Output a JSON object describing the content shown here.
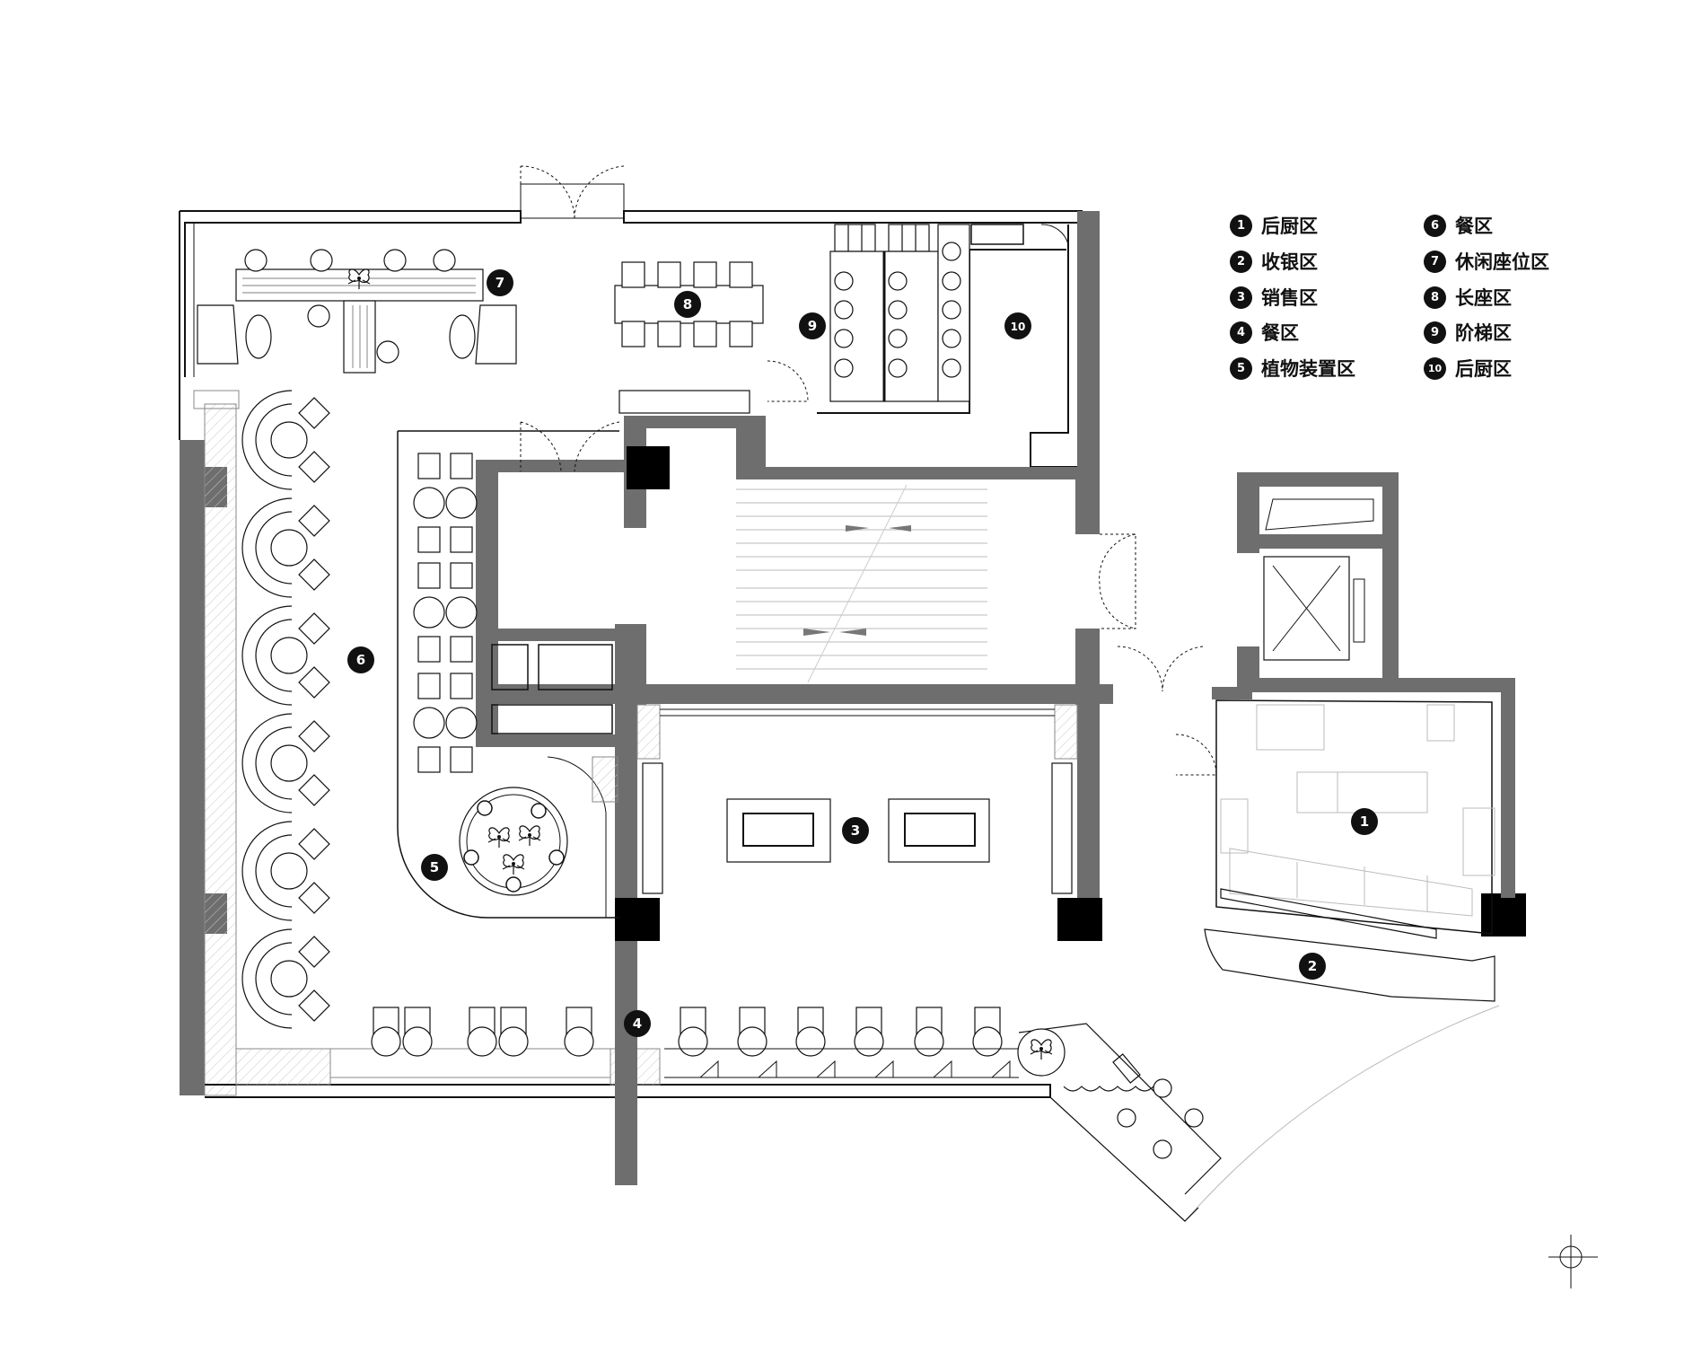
{
  "legend": {
    "items": [
      {
        "num": "1",
        "label": "后厨区"
      },
      {
        "num": "2",
        "label": "收银区"
      },
      {
        "num": "3",
        "label": "销售区"
      },
      {
        "num": "4",
        "label": "餐区"
      },
      {
        "num": "5",
        "label": "植物装置区"
      },
      {
        "num": "6",
        "label": "餐区"
      },
      {
        "num": "7",
        "label": "休闲座位区"
      },
      {
        "num": "8",
        "label": "长座区"
      },
      {
        "num": "9",
        "label": "阶梯区"
      },
      {
        "num": "10",
        "label": "后厨区"
      }
    ]
  },
  "markers": {
    "m1": "1",
    "m2": "2",
    "m3": "3",
    "m4": "4",
    "m5": "5",
    "m6": "6",
    "m7": "7",
    "m8": "8",
    "m9": "9",
    "m10": "10"
  },
  "colors": {
    "wall": "#6e6e6e",
    "column": "#000000",
    "line": "#111111",
    "thin_line": "#bbbbbb",
    "marker": "#111111"
  }
}
